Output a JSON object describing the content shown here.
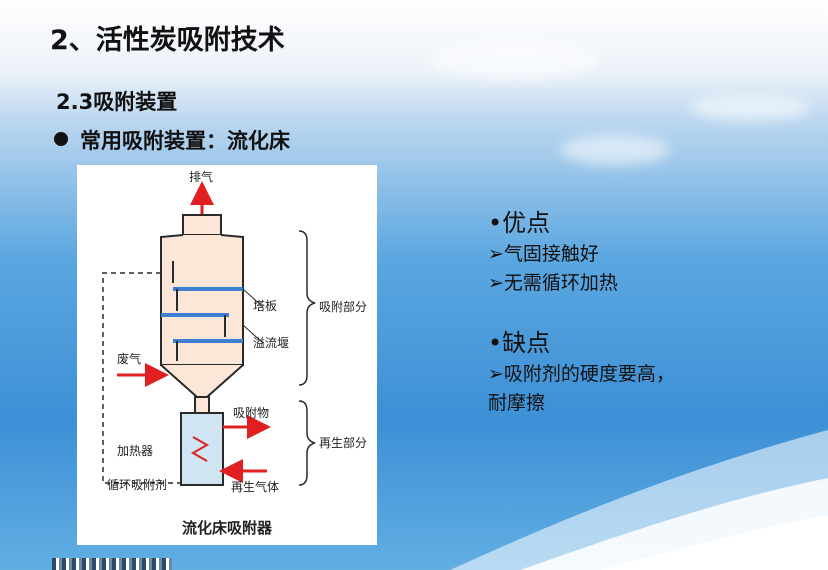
{
  "title": "2、活性炭吸附技术",
  "subtitle": "2.3吸附装置",
  "bullet": "常用吸附装置：流化床",
  "figure": {
    "caption": "流化床吸附器",
    "labels": {
      "exhaust": "排气",
      "tray": "塔板",
      "overflow": "溢流堰",
      "waste_gas": "废气",
      "adsorbate": "吸附物",
      "heater": "加热器",
      "circulating": "循环吸附剂",
      "regen_gas": "再生气体",
      "adsorption_section": "吸附部分",
      "regeneration_section": "再生部分"
    }
  },
  "pros": {
    "heading": "•优点",
    "items": [
      "➢气固接触好",
      "➢无需循环加热"
    ]
  },
  "cons": {
    "heading": "•缺点",
    "items": [
      "➢吸附剂的硬度要高，",
      "耐摩擦"
    ]
  },
  "colors": {
    "arrow": "#e02020",
    "vessel_fill": "#fbe6d8",
    "vessel_stroke": "#2a2a2a",
    "tray": "#3d7fd0",
    "regen_fill": "#cfe6f2"
  }
}
